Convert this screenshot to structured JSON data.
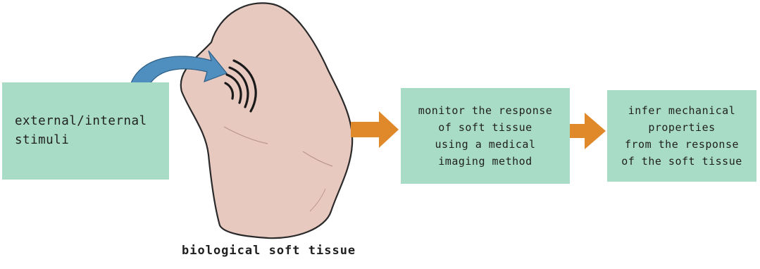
{
  "diagram": {
    "stimuli_box": {
      "label": "external/internal\nstimuli"
    },
    "tissue": {
      "caption": "biological soft tissue"
    },
    "monitor_box": {
      "label": "monitor the response\nof soft tissue\nusing a medical\nimaging method"
    },
    "infer_box": {
      "label": "infer mechanical\nproperties\nfrom the response\nof the soft tissue"
    }
  },
  "colors": {
    "box_fill": "#a9dcc7",
    "tissue_fill": "#e8c9c0",
    "curved_arrow": "#4f8fbf",
    "flow_arrow": "#e0892b"
  }
}
